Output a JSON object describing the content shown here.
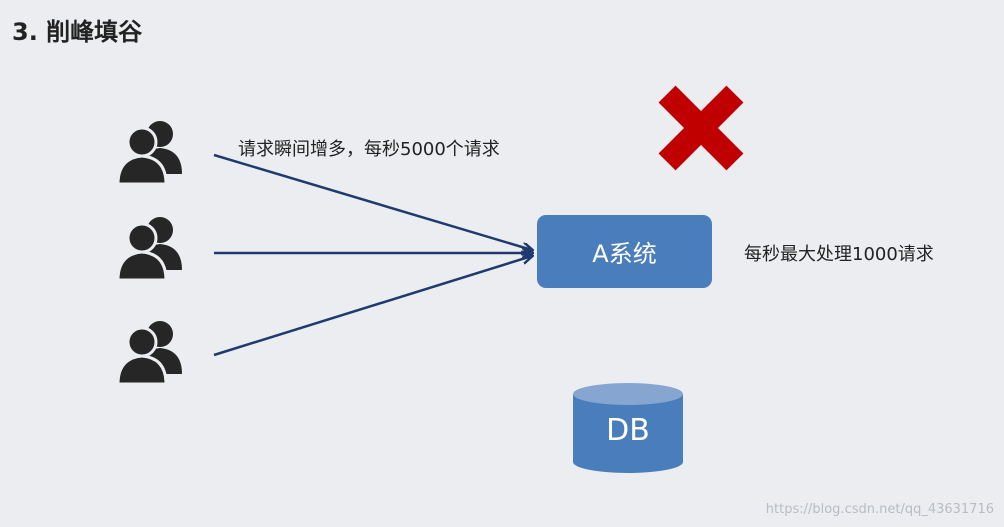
{
  "title": "3. 削峰填谷",
  "labels": {
    "requests": "请求瞬间增多，每秒5000个请求",
    "capacity": "每秒最大处理1000请求"
  },
  "nodes": {
    "system": "A系统",
    "db": "DB"
  },
  "icons": [
    "users-icon",
    "users-icon",
    "users-icon",
    "x-mark-icon"
  ],
  "colors": {
    "box": "#4a7dbb",
    "arrow": "#1f3a6e",
    "x_mark": "#c00000",
    "users": "#262626"
  },
  "watermark": "https://blog.csdn.net/qq_43631716"
}
